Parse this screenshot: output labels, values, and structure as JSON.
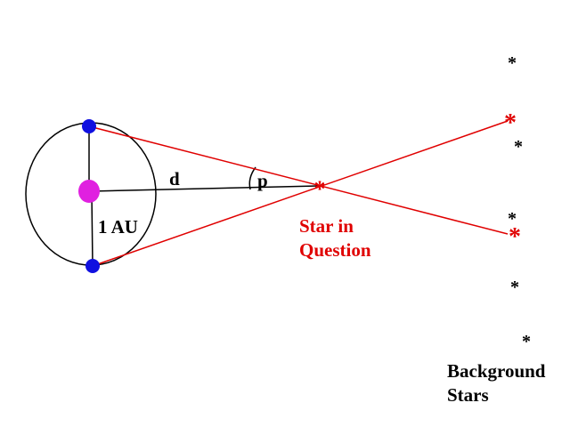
{
  "labels": {
    "distance": "d",
    "parallax_angle": "p",
    "orbit_radius": "1 AU",
    "star_line1": "Star in",
    "star_line2": "Question",
    "background_line1": "Background",
    "background_line2": "Stars"
  },
  "glyphs": {
    "star_marker": "*"
  },
  "colors": {
    "red": "#e00000",
    "earth_blue": "#1010e0",
    "sun_magenta": "#e020e0",
    "black": "#000000"
  }
}
